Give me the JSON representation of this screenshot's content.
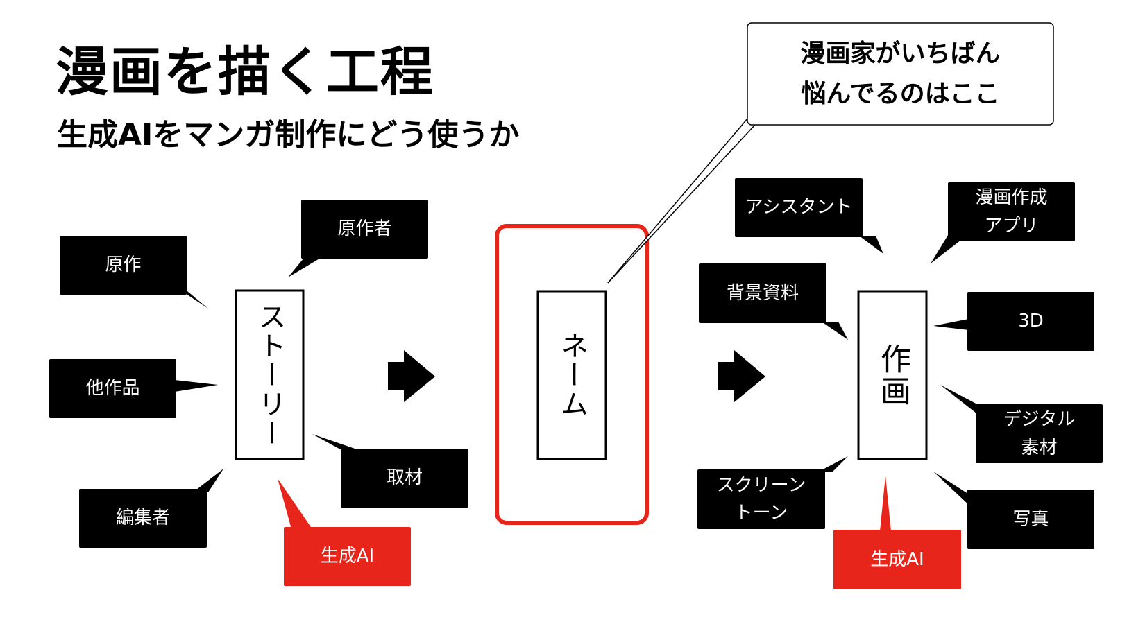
{
  "title": "漫画を描く工程",
  "subtitle": "生成AIをマンガ制作にどう使うか",
  "colors": {
    "label_bg": "#000000",
    "highlight": "#e8251b",
    "text_on_dark": "#ffffff",
    "border": "#000000"
  },
  "stages": {
    "story": "ストーリー",
    "name": "ネーム",
    "drawing": "作画"
  },
  "callout": {
    "text": "漫画家がいちばん\n悩んでるのはここ"
  },
  "story_inputs": {
    "original": "原作",
    "original_author": "原作者",
    "other_works": "他作品",
    "research": "取材",
    "editor": "編集者",
    "generative_ai": "生成AI"
  },
  "drawing_tools": {
    "assistant": "アシスタント",
    "manga_app": "漫画作成\nアプリ",
    "background_materials": "背景資料",
    "three_d": "3D",
    "digital_materials": "デジタル\n素材",
    "screentone": "スクリーン\nトーン",
    "photos": "写真",
    "generative_ai": "生成AI"
  }
}
